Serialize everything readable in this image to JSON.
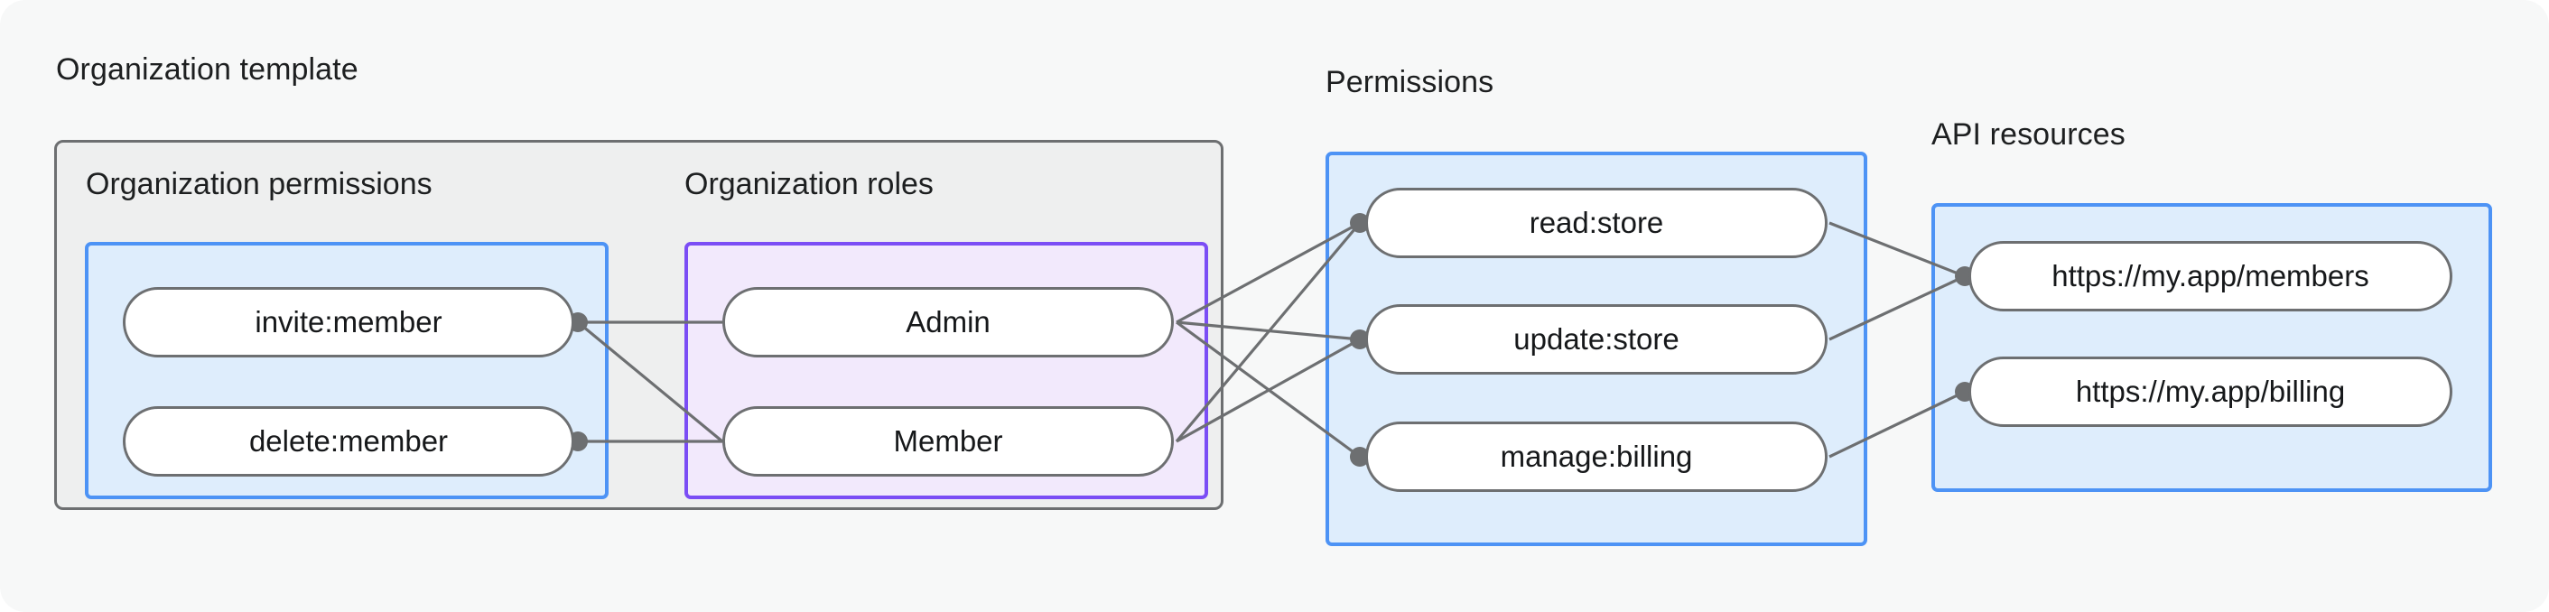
{
  "diagram": {
    "title_labels": {
      "organization_template": "Organization template",
      "permissions": "Permissions",
      "api_resources": "API resources",
      "organization_permissions": "Organization permissions",
      "organization_roles": "Organization roles"
    },
    "colors": {
      "page_background": "#f7f8f8",
      "template_frame_background": "#eeefef",
      "template_frame_border": "#6d6f71",
      "blue_panel_background": "#deedfc",
      "blue_panel_border": "#4d93f5",
      "purple_panel_background": "#f2e9fc",
      "purple_panel_border": "#7b4df5",
      "node_background": "#ffffff",
      "node_border": "#6d6f71",
      "edge": "#6d6f71",
      "text": "#16181a"
    },
    "groups": [
      {
        "id": "organization-template",
        "label": "Organization template",
        "panels": [
          {
            "id": "organization-permissions",
            "label": "Organization permissions",
            "style": "blue",
            "nodes": [
              {
                "id": "invite-member",
                "label": "invite:member"
              },
              {
                "id": "delete-member",
                "label": "delete:member"
              }
            ]
          },
          {
            "id": "organization-roles",
            "label": "Organization roles",
            "style": "purple",
            "nodes": [
              {
                "id": "admin",
                "label": "Admin"
              },
              {
                "id": "member",
                "label": "Member"
              }
            ]
          }
        ]
      },
      {
        "id": "permissions",
        "label": "Permissions",
        "style": "blue",
        "nodes": [
          {
            "id": "read-store",
            "label": "read:store"
          },
          {
            "id": "update-store",
            "label": "update:store"
          },
          {
            "id": "manage-billing",
            "label": "manage:billing"
          }
        ]
      },
      {
        "id": "api-resources",
        "label": "API resources",
        "style": "blue",
        "nodes": [
          {
            "id": "members-resource",
            "label": "https://my.app/members"
          },
          {
            "id": "billing-resource",
            "label": "https://my.app/billing"
          }
        ]
      }
    ],
    "edges": [
      {
        "from": "invite-member",
        "to": "admin"
      },
      {
        "from": "invite-member",
        "to": "member"
      },
      {
        "from": "delete-member",
        "to": "member"
      },
      {
        "from": "admin",
        "to": "read-store"
      },
      {
        "from": "admin",
        "to": "update-store"
      },
      {
        "from": "admin",
        "to": "manage-billing"
      },
      {
        "from": "member",
        "to": "read-store"
      },
      {
        "from": "member",
        "to": "update-store"
      },
      {
        "from": "read-store",
        "to": "members-resource"
      },
      {
        "from": "update-store",
        "to": "members-resource"
      },
      {
        "from": "manage-billing",
        "to": "billing-resource"
      }
    ]
  }
}
